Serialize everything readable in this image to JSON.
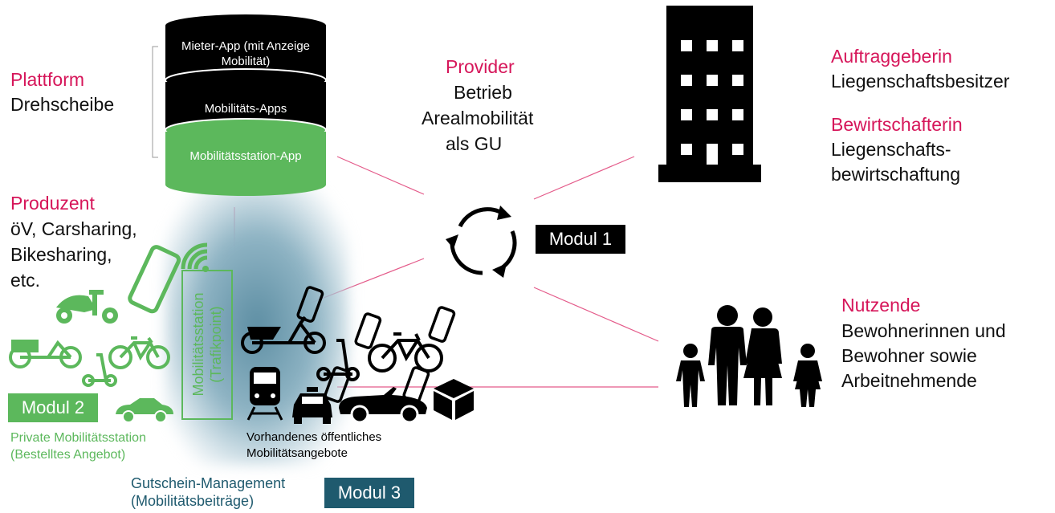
{
  "colors": {
    "accent": "#d6165a",
    "green": "#5cb85c",
    "teal": "#1f5a6e",
    "black": "#000000"
  },
  "platform": {
    "title": "Plattform",
    "subtitle": "Drehscheibe"
  },
  "cylinder": {
    "layer1": "Mieter-App (mit Anzeige Mobilität)",
    "layer2": "Mobilitäts-Apps",
    "layer3": "Mobilitätsstation-App"
  },
  "provider": {
    "title": "Provider",
    "line1": "Betrieb",
    "line2": "Arealmobilität",
    "line3": "als GU"
  },
  "client": {
    "title": "Auftraggeberin",
    "subtitle": "Liegenschaftsbesitzer"
  },
  "manager": {
    "title": "Bewirtschafterin",
    "line1": "Liegenschafts-",
    "line2": "bewirtschaftung"
  },
  "producer": {
    "title": "Produzent",
    "line1": "öV, Carsharing,",
    "line2": "Bikesharing,",
    "line3": "etc."
  },
  "modules": {
    "m1": "Modul 1",
    "m2": "Modul 2",
    "m3": "Modul 3"
  },
  "station": {
    "line1": "Mobilitätsstation",
    "line2": "(Trafikpoint)"
  },
  "private_station": {
    "line1": "Private Mobilitätsstation",
    "line2": "(Bestelltes Angebot)"
  },
  "public_offer": {
    "line1": "Vorhandenes öffentliches",
    "line2": "Mobilitätsangebote"
  },
  "voucher": {
    "line1": "Gutschein-Management",
    "line2": "(Mobilitätsbeiträge)"
  },
  "users": {
    "title": "Nutzende",
    "line1": "Bewohnerinnen und",
    "line2": "Bewohner sowie",
    "line3": "Arbeitnehmende"
  },
  "icons": [
    "cycle-arrows-icon",
    "building-icon",
    "family-icon",
    "smartphone-icon",
    "wifi-icon",
    "scooter-icon",
    "cargo-bike-icon",
    "bicycle-icon",
    "kick-scooter-icon",
    "car-icon",
    "train-icon",
    "taxi-icon",
    "convertible-car-icon",
    "package-icon"
  ]
}
